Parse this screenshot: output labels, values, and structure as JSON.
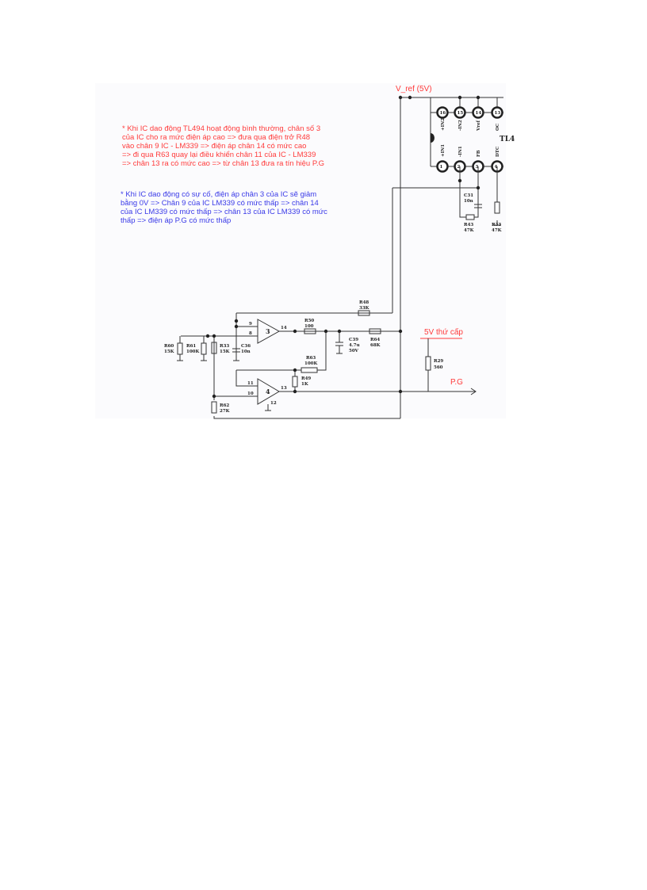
{
  "notes": {
    "normal": "* Khi IC dao động TL494 hoạt động bình thường, chân số 3\ncủa IC cho ra mức điện áp cao => đưa qua điện trở R48\nvào chân 9 IC - LM339 => điện áp chân 14 có mức cao\n=> đi qua R63 quay lại điều khiển chân 11 của IC - LM339\n=> chân 13 ra có mức cao => từ chân 13 đưa ra tín hiệu P.G",
    "fault": "* Khi IC dao động có sự cố, điện áp chân 3 của IC sẽ giảm\nbằng 0V => Chân 9 của IC LM339 có mức thấp => chân 14\ncủa IC LM339 có mức thấp => chân 13 của IC LM339 có mức\nthấp => điện áp P.G có mức thấp"
  },
  "labels": {
    "vref": "V_ref (5V)",
    "secondary_5v": "5V thứ cấp",
    "pg": "P.G",
    "ic_name": "TL4"
  },
  "tl494_pins_top": [
    {
      "num": "16",
      "name": "+IN2"
    },
    {
      "num": "15",
      "name": "-IN2"
    },
    {
      "num": "14",
      "name": "Vref"
    },
    {
      "num": "13",
      "name": "OC"
    }
  ],
  "tl494_pins_bottom": [
    {
      "num": "1",
      "name": "+IN1"
    },
    {
      "num": "2",
      "name": "-IN1"
    },
    {
      "num": "3",
      "name": "FB"
    },
    {
      "num": "4",
      "name": "DTC"
    }
  ],
  "components": {
    "c31": {
      "ref": "C31",
      "val": "10n"
    },
    "r43": {
      "ref": "R43",
      "val": "47K"
    },
    "r33top": {
      "ref": "R33",
      "val": "47K"
    },
    "r48": {
      "ref": "R48",
      "val": "33K"
    },
    "r50": {
      "ref": "R50",
      "val": "100"
    },
    "c39": {
      "ref": "C39",
      "val": "4.7u"
    },
    "c39v": "50V",
    "r64": {
      "ref": "R64",
      "val": "68K"
    },
    "r60": {
      "ref": "R60",
      "val": "15K"
    },
    "r61": {
      "ref": "R61",
      "val": "100K"
    },
    "r33": {
      "ref": "R33",
      "val": "15K"
    },
    "c36": {
      "ref": "C36",
      "val": "10n"
    },
    "r63": {
      "ref": "R63",
      "val": "100K"
    },
    "r49": {
      "ref": "R49",
      "val": "1K"
    },
    "r62": {
      "ref": "R62",
      "val": "27K"
    },
    "r29": {
      "ref": "R29",
      "val": "560"
    }
  },
  "comparators": [
    {
      "unit": "3",
      "in_plus": "9",
      "in_minus": "8",
      "out": "14"
    },
    {
      "unit": "4",
      "in_plus": "11",
      "in_minus": "10",
      "out": "13",
      "gnd": "12"
    }
  ],
  "colors": {
    "note_red": "#ff3b3b",
    "note_blue": "#3a3ae8"
  }
}
